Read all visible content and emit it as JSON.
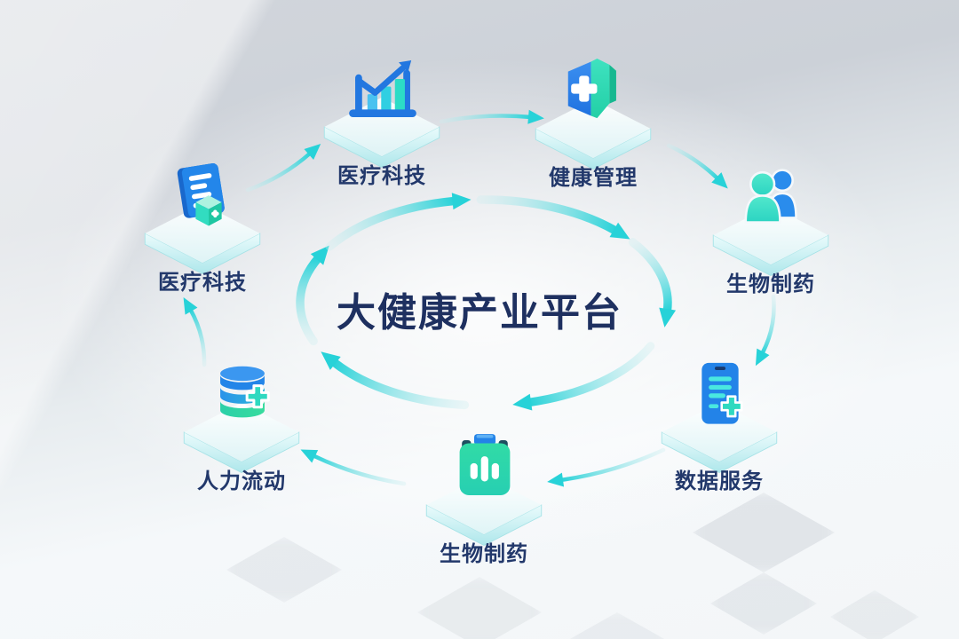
{
  "title": "大健康产业平台",
  "nodes": [
    {
      "label": "医疗科技",
      "icon": "bar-chart-icon"
    },
    {
      "label": "健康管理",
      "icon": "medical-shield-icon"
    },
    {
      "label": "生物制药",
      "icon": "people-icon"
    },
    {
      "label": "数据服务",
      "icon": "medical-tablet-icon"
    },
    {
      "label": "生物制药",
      "icon": "medicine-bag-icon"
    },
    {
      "label": "人力流动",
      "icon": "database-plus-icon"
    },
    {
      "label": "医疗科技",
      "icon": "medical-document-icon"
    }
  ],
  "flow_cycle": [
    "医疗科技",
    "健康管理",
    "生物制药",
    "数据服务",
    "生物制药",
    "人力流动",
    "医疗科技"
  ],
  "colors": {
    "arrow_teal": "#27d2d8",
    "arrow_teal_pale": "#cdeef0",
    "title_navy": "#1e3060",
    "label_navy": "#22386b",
    "icon_blue": "#2383e8",
    "icon_teal": "#2ed9b8",
    "platform_edge": "#b2e9ec"
  }
}
